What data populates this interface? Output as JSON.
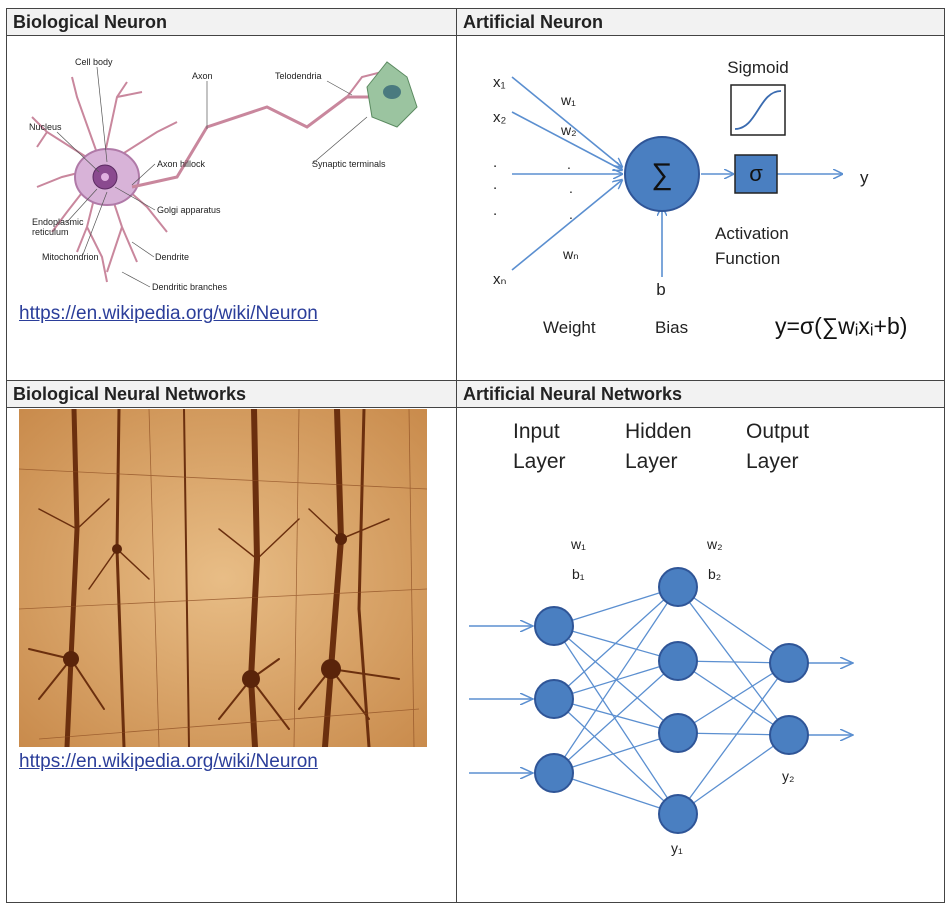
{
  "panels": {
    "bio_neuron": {
      "title": "Biological Neuron",
      "labels": {
        "cell_body": "Cell body",
        "axon": "Axon",
        "telodendria": "Telodendria",
        "nucleus": "Nucleus",
        "axon_hillock": "Axon hillock",
        "synaptic_terminals": "Synaptic terminals",
        "golgi": "Golgi apparatus",
        "er": "Endoplasmic",
        "er2": "reticulum",
        "mitochondrion": "Mitochondrion",
        "dendrite": "Dendrite",
        "dendritic_branches": "Dendritic branches"
      },
      "link": "https://en.wikipedia.org/wiki/Neuron"
    },
    "art_neuron": {
      "title": "Artificial Neuron",
      "sigmoid_label": "Sigmoid",
      "sum_symbol": "∑",
      "sigma_symbol": "σ",
      "output": "y",
      "bias": "b",
      "activation_line1": "Activation",
      "activation_line2": "Function",
      "weight_label": "Weight",
      "bias_label": "Bias",
      "formula": "y=σ(∑wᵢxᵢ+b)",
      "inputs": [
        "x₁",
        "x₂",
        ".",
        ".",
        ".",
        "xₙ"
      ],
      "weights": [
        "w₁",
        "w₂",
        ".",
        ".",
        ".",
        "wₙ"
      ]
    },
    "bio_networks": {
      "title": "Biological Neural Networks",
      "link": "https://en.wikipedia.org/wiki/Neuron"
    },
    "art_networks": {
      "title": "Artificial Neural Networks",
      "input_layer": "Input\nLayer",
      "hidden_layer": "Hidden\nLayer",
      "output_layer": "Output\nLayer",
      "w1": "w₁",
      "b1": "b₁",
      "w2": "w₂",
      "b2": "b₂",
      "y1": "y₁",
      "y2": "y₂"
    }
  },
  "colors": {
    "node_fill": "#4a7fc1",
    "node_stroke": "#2f5597",
    "line": "#5b8fd0",
    "link": "#2b3e9a",
    "header_bg": "#f2f2f2",
    "tissue_bg": "#d9a56a",
    "tissue_dark": "#6b2f0e"
  }
}
